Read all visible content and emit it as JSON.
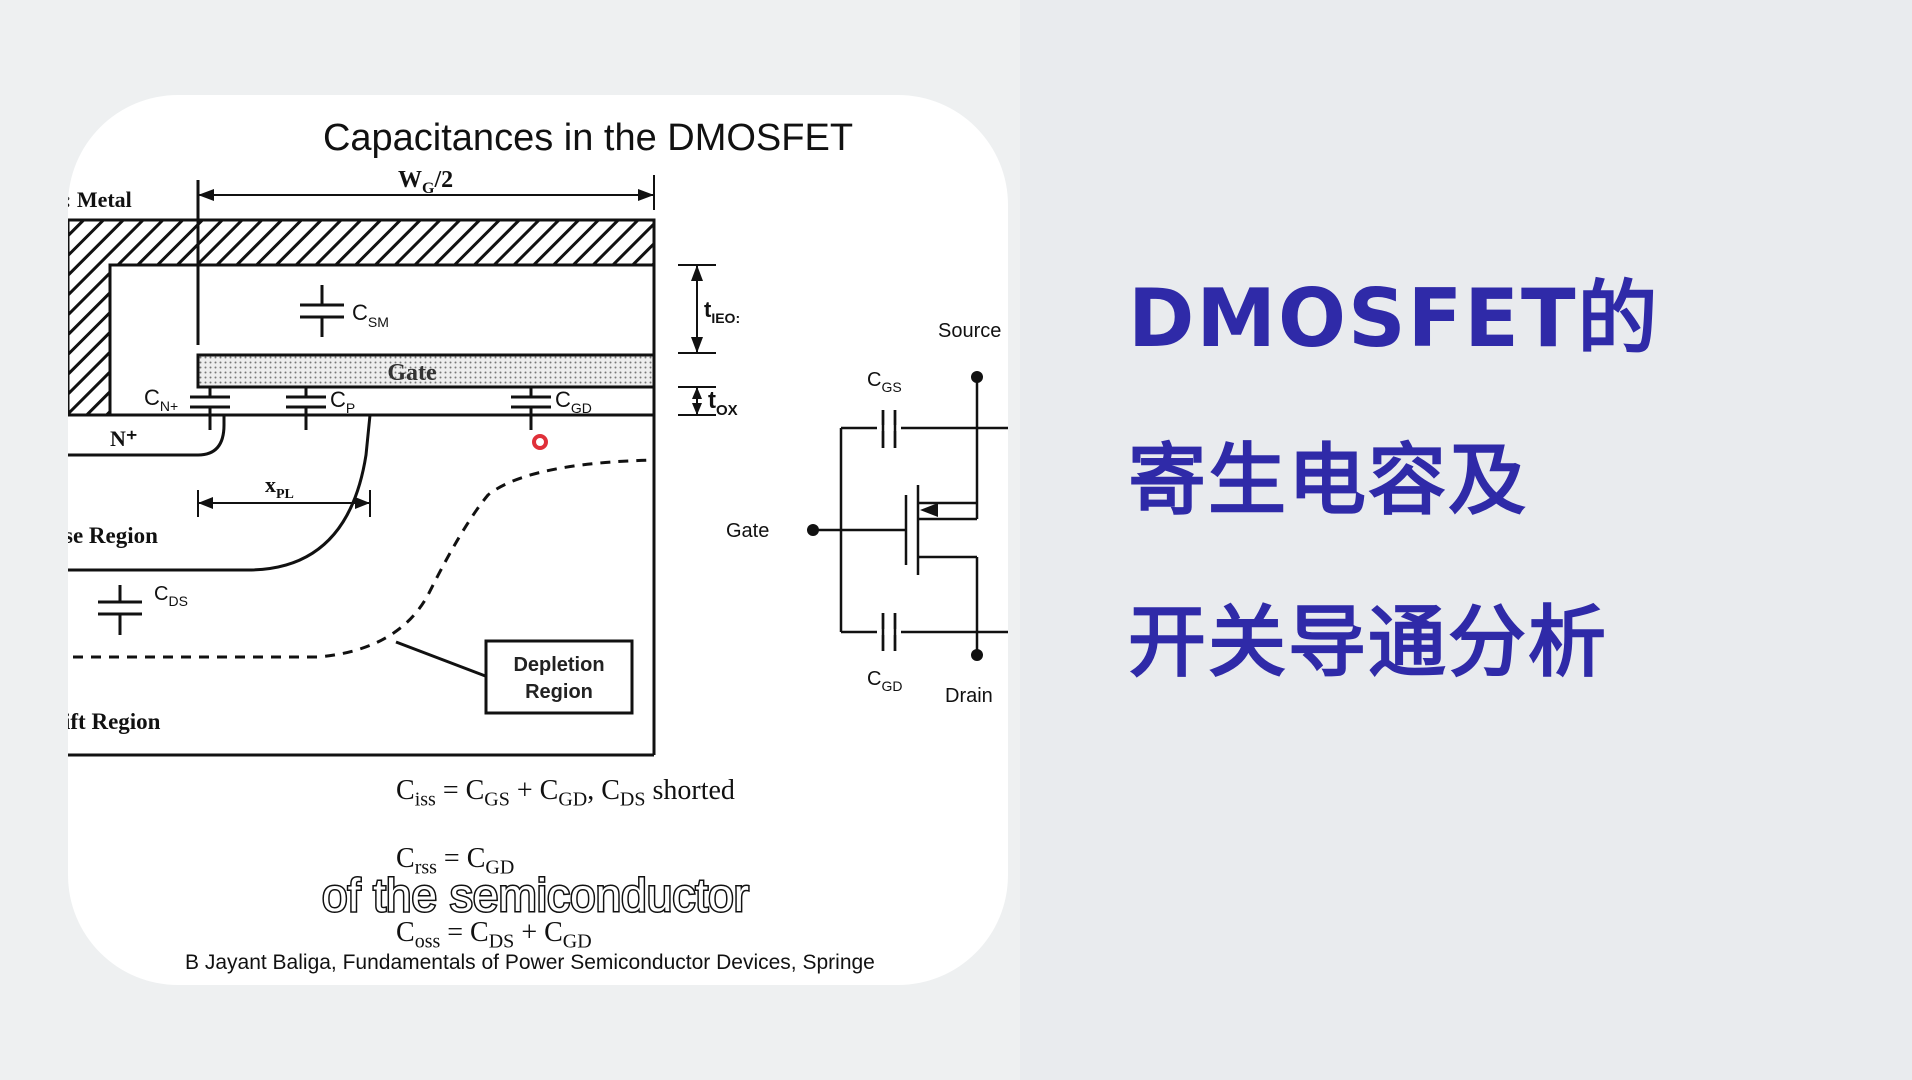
{
  "slide": {
    "title": "Capacitances in the DMOSFET",
    "citation": "B Jayant Baliga, Fundamentals of Power Semiconductor Devices, Springe"
  },
  "cross_section": {
    "labels": {
      "metal": ": Metal",
      "wg_main": "W",
      "wg_sub": "G",
      "wg_tail": "/2",
      "gate": "Gate",
      "csm_main": "C",
      "csm_sub": "SM",
      "tieo_main": "t",
      "tieo_sub": "IEO:",
      "tox_main": "t",
      "tox_sub": "OX",
      "cn_main": "C",
      "cn_sub": "N+",
      "cp_main": "C",
      "cp_sub": "P",
      "cgd_main": "C",
      "cgd_sub": "GD",
      "nplus": "N⁺",
      "xpl_main": "x",
      "xpl_sub": "PL",
      "base_region": "se Region",
      "cds_main": "C",
      "cds_sub": "DS",
      "drift_region": "ift Region",
      "depletion_line1": "Depletion",
      "depletion_line2": "Region"
    }
  },
  "circuit": {
    "source": "Source",
    "gate": "Gate",
    "drain": "Drain",
    "cgs_main": "C",
    "cgs_sub": "GS",
    "cgd_main": "C",
    "cgd_sub": "GD"
  },
  "equations": {
    "ciss": {
      "lhs": "C",
      "lhs_sub": "iss",
      "eq": " = C",
      "t1_sub": "GS",
      "plus": " + C",
      "t2_sub": "GD",
      "tail": ", C",
      "t3_sub": "DS",
      "end": " shorted"
    },
    "crss": {
      "lhs": "C",
      "lhs_sub": "rss",
      "eq": " = C",
      "t1_sub": "GD"
    },
    "coss": {
      "lhs": "C",
      "lhs_sub": "oss",
      "eq": " = C",
      "t1_sub": "DS",
      "plus": " + C",
      "t2_sub": "GD"
    }
  },
  "subtitle": "of the semiconductor",
  "heading": {
    "line1": "DMOSFET的",
    "line2": "寄生电容及",
    "line3": "开关导通分析"
  },
  "colors": {
    "heading": "#2f2aa8",
    "marker": "#e0303a"
  }
}
